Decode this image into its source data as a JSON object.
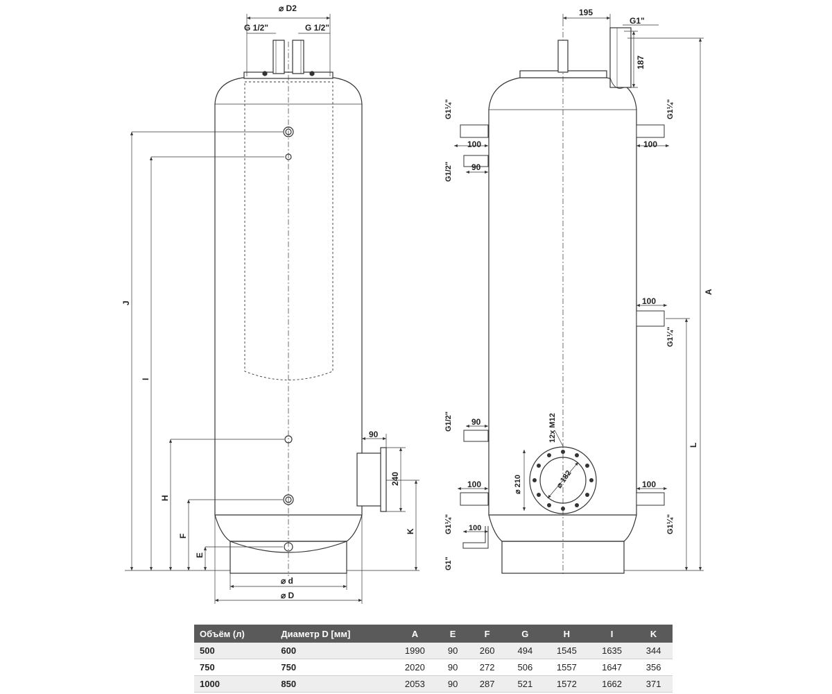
{
  "labels": {
    "d2": "⌀ D2",
    "g_half_left": "G 1/2\"",
    "g_half_right": "G 1/2\"",
    "dim_195": "195",
    "g1_top": "G1\"",
    "dim_187": "187",
    "g114_left_top": "G1¼\"",
    "dim_100_left_top": "100",
    "g12_left": "G1/2\"",
    "dim_90_left": "90",
    "g114_right_top": "G1¼\"",
    "dim_100_right_top": "100",
    "dim_A": "A",
    "dim_100_right_mid": "100",
    "g114_right_mid": "G1¼\"",
    "dim_J": "J",
    "dim_I": "I",
    "dim_H": "H",
    "dim_F": "F",
    "dim_E": "E",
    "dim_K": "K",
    "dim_90_flange": "90",
    "dim_240": "240",
    "dim_d": "⌀ d",
    "dim_D": "⌀ D",
    "g12_left_low": "G1/2\"",
    "dim_90_left_low": "90",
    "m12": "12x M12",
    "dim_210": "⌀ 210",
    "dim_182": "⌀ 182",
    "dim_L": "L",
    "g114_left_bot": "G1¼\"",
    "dim_100_left_bot": "100",
    "g1_bottom": "G1\"",
    "dim_100_bottom": "100",
    "dim_100_right_bot": "100",
    "g114_right_bot": "G1¼\""
  },
  "table": {
    "headers": [
      "Объём (л)",
      "Диаметр D [мм]",
      "A",
      "E",
      "F",
      "G",
      "H",
      "I",
      "K"
    ],
    "rows": [
      [
        "500",
        "600",
        "1990",
        "90",
        "260",
        "494",
        "1545",
        "1635",
        "344"
      ],
      [
        "750",
        "750",
        "2020",
        "90",
        "272",
        "506",
        "1557",
        "1647",
        "356"
      ],
      [
        "1000",
        "850",
        "2053",
        "90",
        "287",
        "521",
        "1572",
        "1662",
        "371"
      ]
    ]
  }
}
